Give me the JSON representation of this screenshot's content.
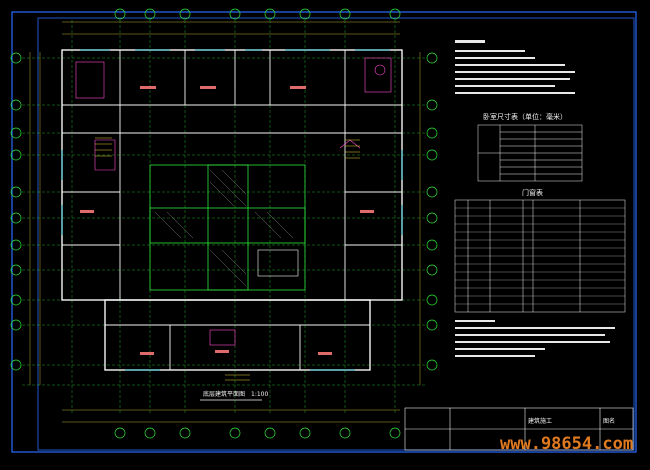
{
  "schedule": {
    "table1_title": "卧室尺寸表（单位：毫米）",
    "table2_title": "门窗表"
  },
  "title_block": {
    "drawing_name_label": "图名",
    "stamp": "建筑施工"
  },
  "drawing": {
    "plan_title": "底层建筑平面图",
    "scale": "1:100"
  },
  "watermark": "www.98654.com",
  "colors": {
    "background": "#000000",
    "border": "#2a6cff",
    "axis": "#2ee63a",
    "wall": "#f5f5f5",
    "dimension": "#e6d23a",
    "door_window": "#22d3ee",
    "furniture": "#ff4ad0",
    "label": "#e06b6b",
    "watermark": "#e07a20"
  }
}
